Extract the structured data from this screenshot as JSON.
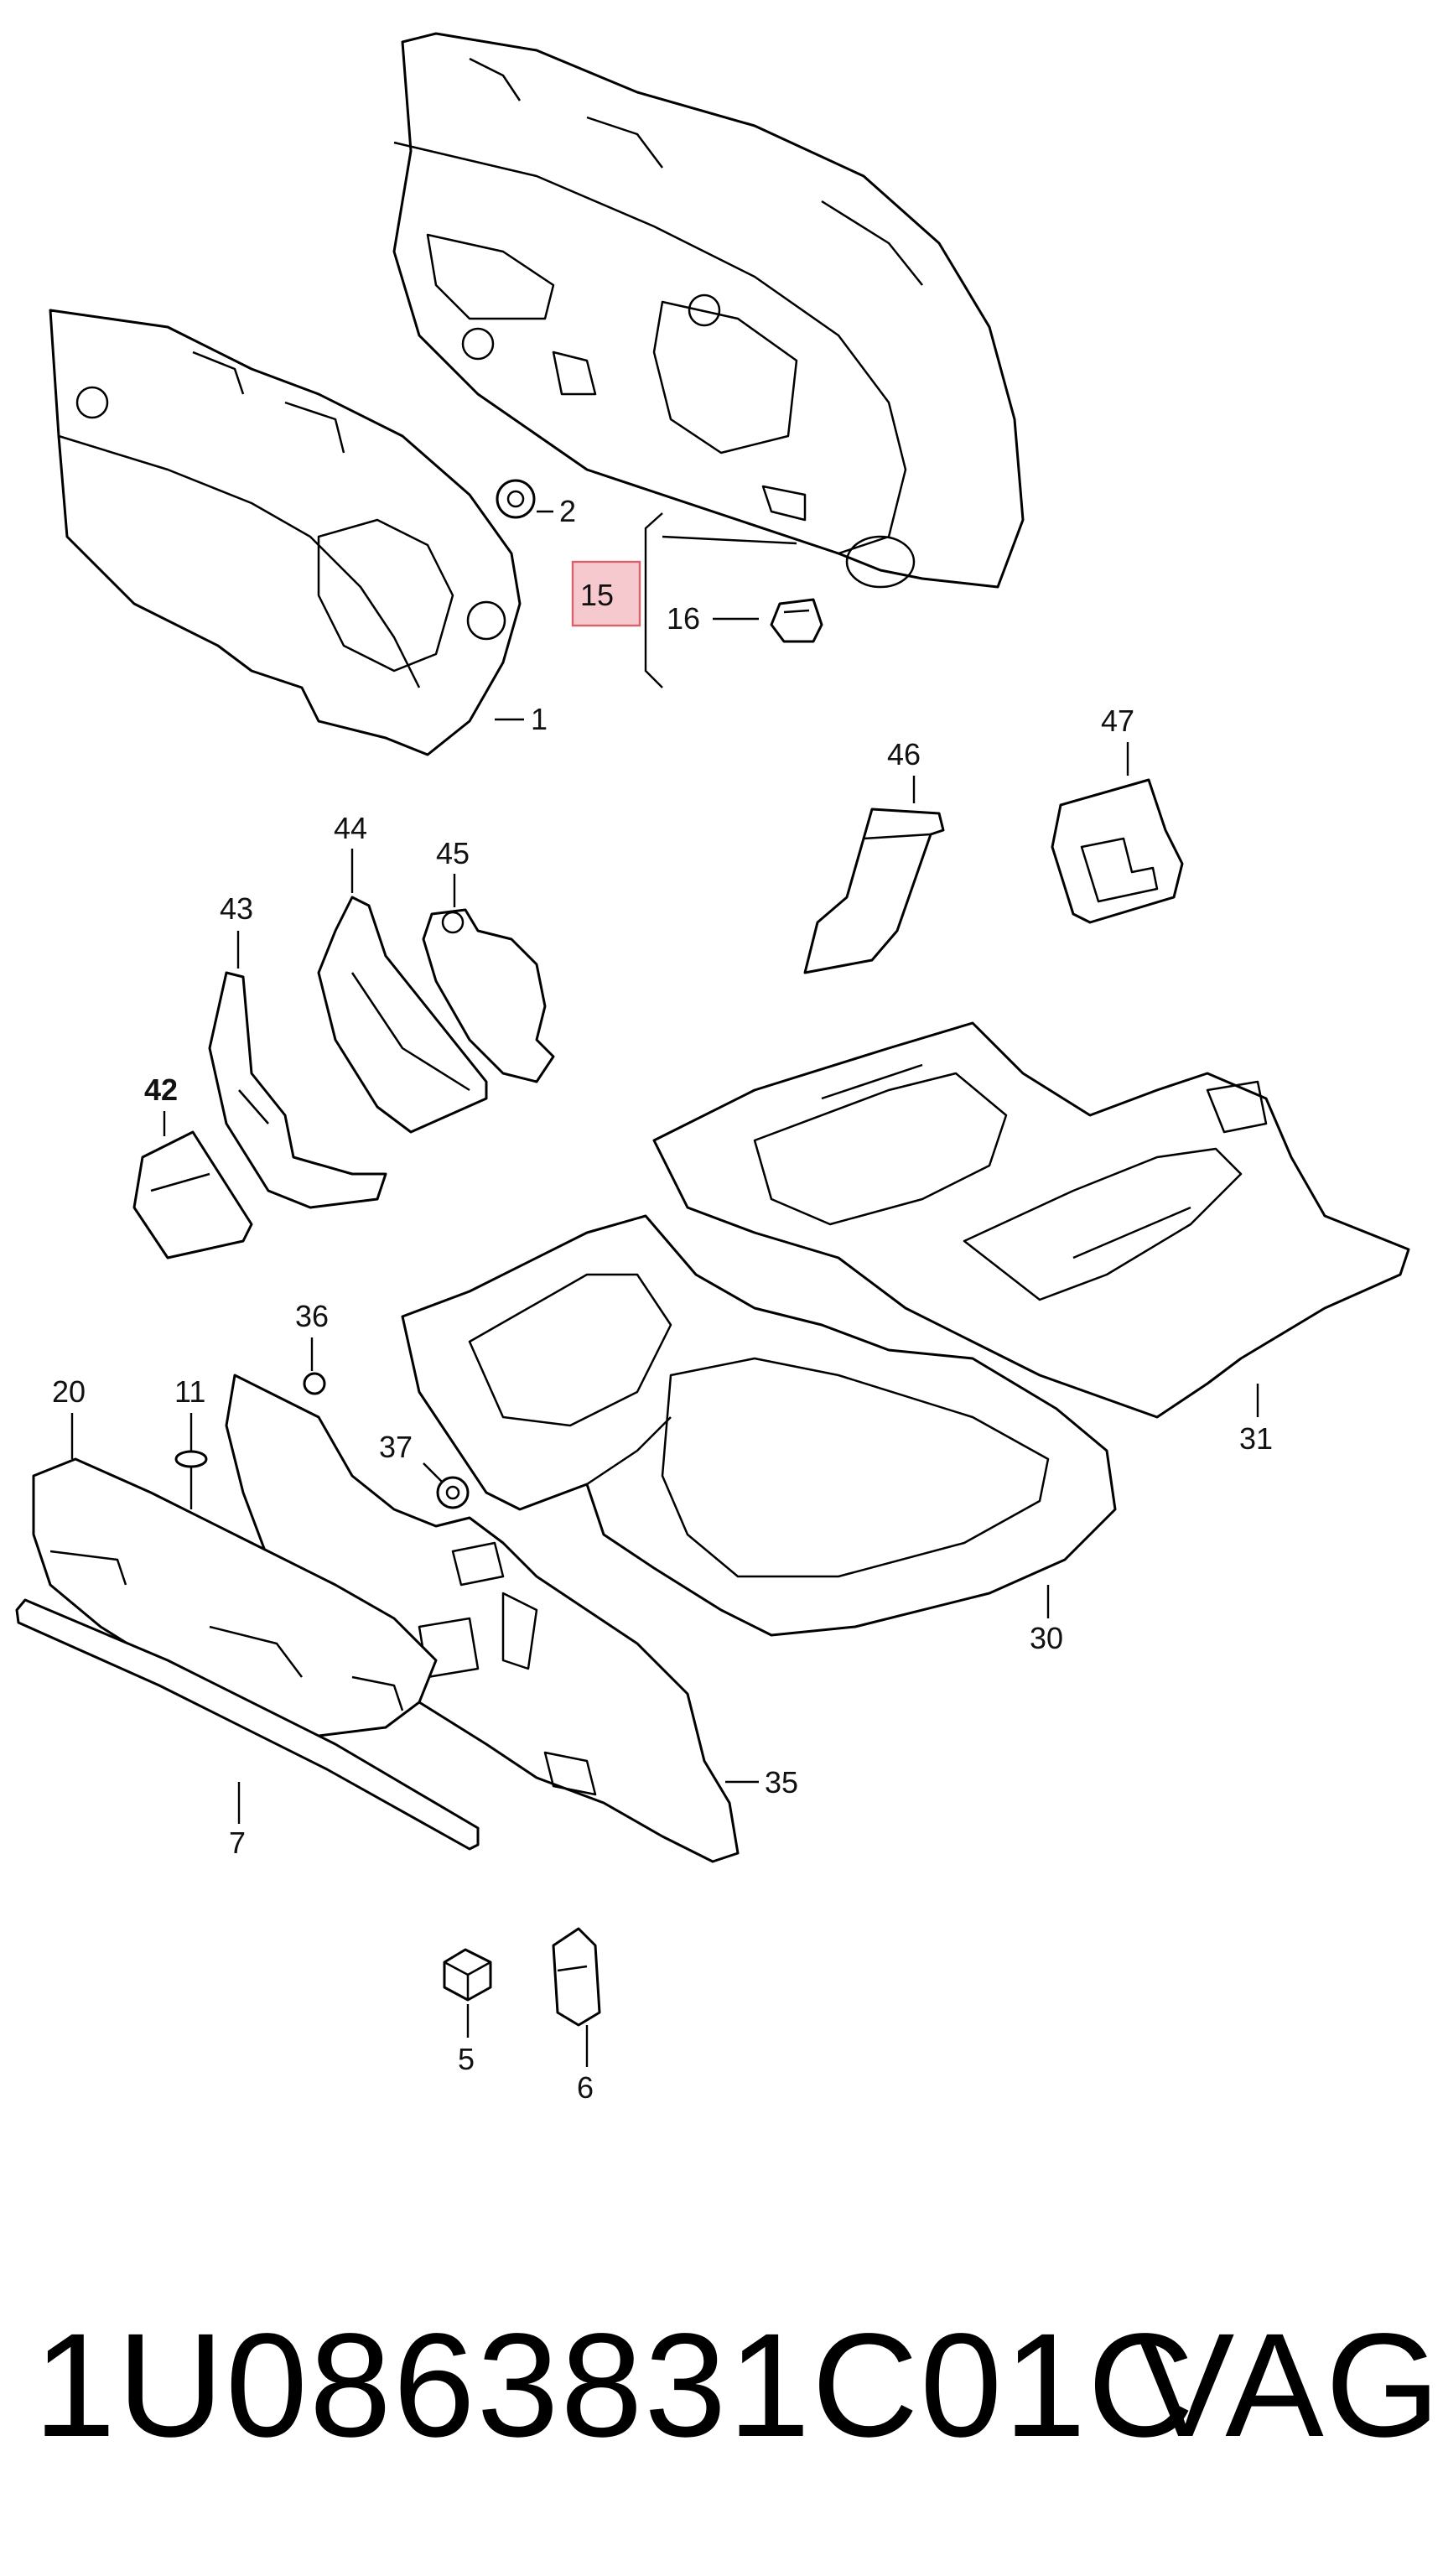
{
  "diagram": {
    "callouts": [
      {
        "id": "c1",
        "label": "1"
      },
      {
        "id": "c2",
        "label": "2"
      },
      {
        "id": "c15",
        "label": "15"
      },
      {
        "id": "c16",
        "label": "16"
      },
      {
        "id": "c46",
        "label": "46"
      },
      {
        "id": "c47",
        "label": "47"
      },
      {
        "id": "c44",
        "label": "44"
      },
      {
        "id": "c45",
        "label": "45"
      },
      {
        "id": "c43",
        "label": "43"
      },
      {
        "id": "c42",
        "label": "42"
      },
      {
        "id": "c31",
        "label": "31"
      },
      {
        "id": "c36",
        "label": "36"
      },
      {
        "id": "c20",
        "label": "20"
      },
      {
        "id": "c11",
        "label": "11"
      },
      {
        "id": "c37",
        "label": "37"
      },
      {
        "id": "c30",
        "label": "30"
      },
      {
        "id": "c35",
        "label": "35"
      },
      {
        "id": "c7",
        "label": "7"
      },
      {
        "id": "c5",
        "label": "5"
      },
      {
        "id": "c6",
        "label": "6"
      }
    ],
    "highlighted_callout": "15",
    "highlight_color": "#f6c9cf",
    "highlight_border_color": "#d9606c"
  },
  "footer": {
    "part_number": "1U0863831C01C",
    "brand": "VAG"
  }
}
